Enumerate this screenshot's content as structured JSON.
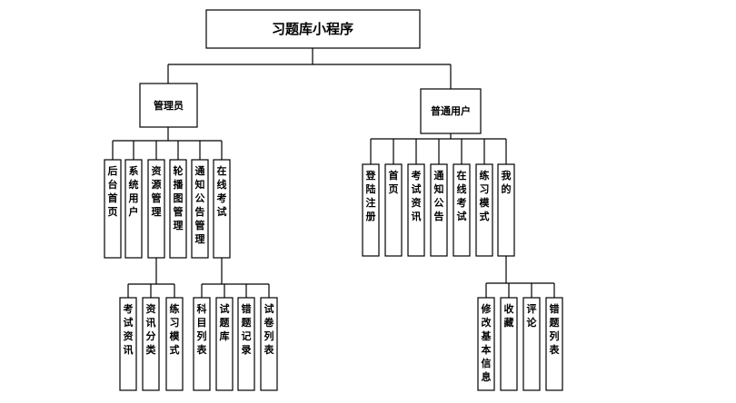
{
  "diagram": {
    "root": {
      "label": "习题库小程序"
    },
    "branches": [
      {
        "id": "admin",
        "label": "管理员",
        "modules": [
          {
            "label": "后台首页"
          },
          {
            "label": "系统用户"
          },
          {
            "label": "资源管理",
            "children": [
              {
                "label": "考试资讯"
              },
              {
                "label": "资讯分类"
              },
              {
                "label": "练习模式"
              }
            ]
          },
          {
            "label": "轮播图管理"
          },
          {
            "label": "通知公告管理"
          },
          {
            "label": "在线考试",
            "children": [
              {
                "label": "科目列表"
              },
              {
                "label": "试题库"
              },
              {
                "label": "错题记录"
              },
              {
                "label": "试卷列表"
              }
            ]
          }
        ]
      },
      {
        "id": "user",
        "label": "普通用户",
        "modules": [
          {
            "label": "登陆注册"
          },
          {
            "label": "首页"
          },
          {
            "label": "考试资讯"
          },
          {
            "label": "通知公告"
          },
          {
            "label": "在线考试"
          },
          {
            "label": "练习模式"
          },
          {
            "label": "我的",
            "children": [
              {
                "label": "修改基本信息"
              },
              {
                "label": "收藏"
              },
              {
                "label": "评论"
              },
              {
                "label": "错题列表"
              }
            ]
          }
        ]
      }
    ]
  }
}
